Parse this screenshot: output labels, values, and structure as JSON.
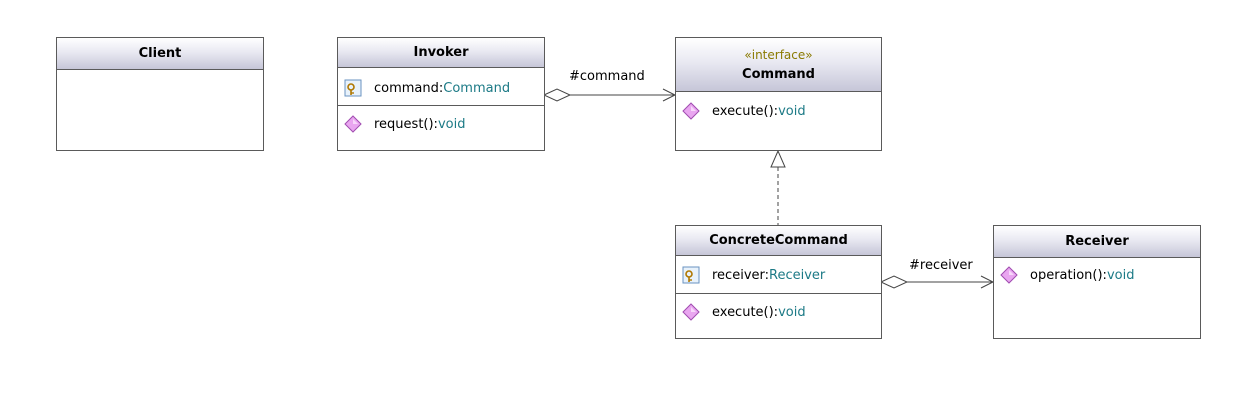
{
  "client": {
    "name": "Client"
  },
  "invoker": {
    "name": "Invoker",
    "attributes": [
      {
        "name": "command:",
        "type": "Command",
        "icon": "field-key-icon"
      }
    ],
    "operations": [
      {
        "name": "request():",
        "type": "void",
        "icon": "method-diamond-icon"
      }
    ]
  },
  "command": {
    "stereotype": "«interface»",
    "name": "Command",
    "operations": [
      {
        "name": "execute():",
        "type": "void",
        "icon": "method-diamond-icon"
      }
    ]
  },
  "concrete_command": {
    "name": "ConcreteCommand",
    "attributes": [
      {
        "name": "receiver:",
        "type": "Receiver",
        "icon": "field-key-icon"
      }
    ],
    "operations": [
      {
        "name": "execute():",
        "type": "void",
        "icon": "method-diamond-icon"
      }
    ]
  },
  "receiver": {
    "name": "Receiver",
    "operations": [
      {
        "name": "operation():",
        "type": "void",
        "icon": "method-diamond-icon"
      }
    ]
  },
  "relations": {
    "invoker_command": {
      "label": "#command",
      "kind": "aggregation"
    },
    "concrete_realizes_command": {
      "kind": "realization"
    },
    "concrete_receiver": {
      "label": "#receiver",
      "kind": "aggregation"
    }
  },
  "colors": {
    "type_text": "#1c7a86",
    "stereotype_text": "#8a7a00",
    "header_gradient_end": "#c6c6d8",
    "method_icon": "#d77ae0"
  }
}
